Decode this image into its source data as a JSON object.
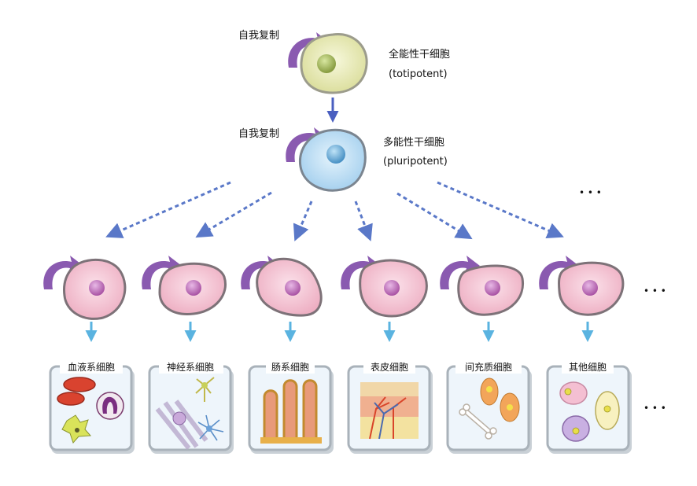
{
  "top_cell": {
    "self_renewal": "自我复制",
    "name_cn": "全能性干细胞",
    "name_en": "(totipotent)"
  },
  "mid_cell": {
    "self_renewal": "自我复制",
    "name_cn": "多能性干细胞",
    "name_en": "(pluripotent)"
  },
  "ellipsis": {
    "upper_right": "• • •",
    "cells_row": "• • •",
    "cards_row": "• • •"
  },
  "cards": [
    {
      "label": "血液系细胞"
    },
    {
      "label": "神经系细胞"
    },
    {
      "label": "肠系细胞"
    },
    {
      "label": "表皮细胞"
    },
    {
      "label": "间充质细胞"
    },
    {
      "label": "其他细胞"
    }
  ],
  "colors": {
    "totipotent_cell": "#e4e6b0",
    "pluripotent_cell": "#b9dcf2",
    "progenitor_cell": "#f0b6c6",
    "self_renewal_arrow": "#8a5ab0",
    "solid_arrow_top": "#4a5fc0",
    "dashed_arrow": "#5a78c8",
    "down_arrow": "#5ab3e0"
  }
}
